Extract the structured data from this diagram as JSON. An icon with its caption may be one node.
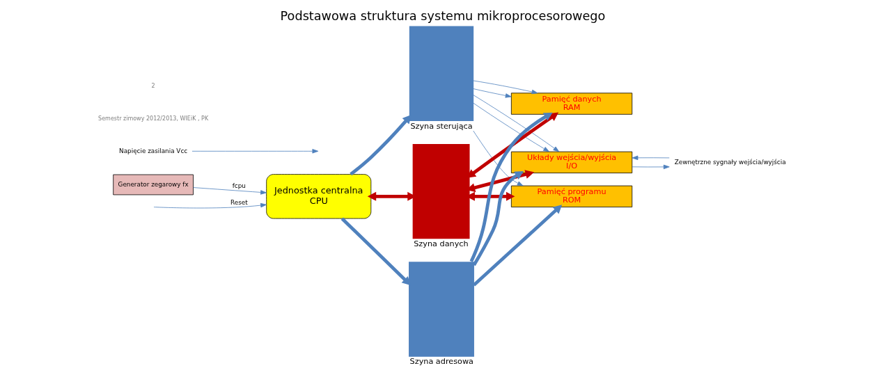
{
  "diagram": {
    "title": "Podstawowa struktura systemu mikroprocesorowego",
    "nodes": [
      {
        "text": [
          "Generator zegarowy fx"
        ]
      },
      {
        "text": [
          "Jednostka centralna",
          "CPU"
        ]
      },
      {
        "text": [
          "Pamięć programu",
          "ROM"
        ]
      },
      {
        "text": [
          "Pamięć danych",
          "RAM"
        ]
      },
      {
        "text": [
          "Układy wejścia/wyjścia",
          "I/O"
        ]
      },
      {
        "text": [],
        "shape": "bar",
        "beside": [
          "Szyna sterująca"
        ]
      },
      {
        "text": [],
        "shape": "bar",
        "beside": [
          "Szyna danych"
        ]
      },
      {
        "text": [],
        "shape": "bar",
        "beside": [
          "Szyna adresowa"
        ]
      },
      {
        "text": [
          "Zewnętrzne sygnały wejścia/wyjścia"
        ]
      },
      {
        "text": [
          "Napięcie zasilania Vcc"
        ]
      }
    ],
    "edges": [
      {
        "from": 0,
        "to": 1,
        "arrow": "to",
        "label": "fcpu"
      },
      {
        "from": null,
        "to": 1,
        "arrow": "to",
        "label": "Reset"
      },
      {
        "from": 9,
        "to": null,
        "arrow": "to"
      },
      {
        "from": 1,
        "to": 5,
        "arrow": "to",
        "style": "thick"
      },
      {
        "from": 1,
        "to": 6,
        "arrow": "both",
        "style": "thick",
        "color": "#c00000"
      },
      {
        "from": 1,
        "to": 7,
        "arrow": "to",
        "style": "thick"
      },
      {
        "from": 7,
        "to": 2,
        "arrow": "to",
        "style": "thick"
      },
      {
        "from": 6,
        "to": 2,
        "arrow": "both",
        "style": "thick",
        "color": "#c00000"
      },
      {
        "from": 5,
        "to": 2,
        "arrow": "to"
      },
      {
        "from": 7,
        "to": 3,
        "arrow": "to",
        "style": "thick"
      },
      {
        "from": 6,
        "to": 3,
        "arrow": "both",
        "style": "thick",
        "color": "#c00000"
      },
      {
        "from": 5,
        "to": 3,
        "arrow": "to"
      },
      {
        "from": 5,
        "to": 3,
        "arrow": "to"
      },
      {
        "from": 7,
        "to": 4,
        "arrow": "to",
        "style": "thick"
      },
      {
        "from": 6,
        "to": 4,
        "arrow": "both",
        "style": "thick",
        "color": "#c00000"
      },
      {
        "from": 5,
        "to": 4,
        "arrow": "to"
      },
      {
        "from": 5,
        "to": 4,
        "arrow": "to"
      },
      {
        "from": 4,
        "to": 8,
        "arrow": "to"
      },
      {
        "from": 8,
        "to": 4,
        "arrow": "to"
      }
    ],
    "labels": [
      "Semestr zimowy 2012/2013, WIEiK , PK",
      "2"
    ]
  }
}
